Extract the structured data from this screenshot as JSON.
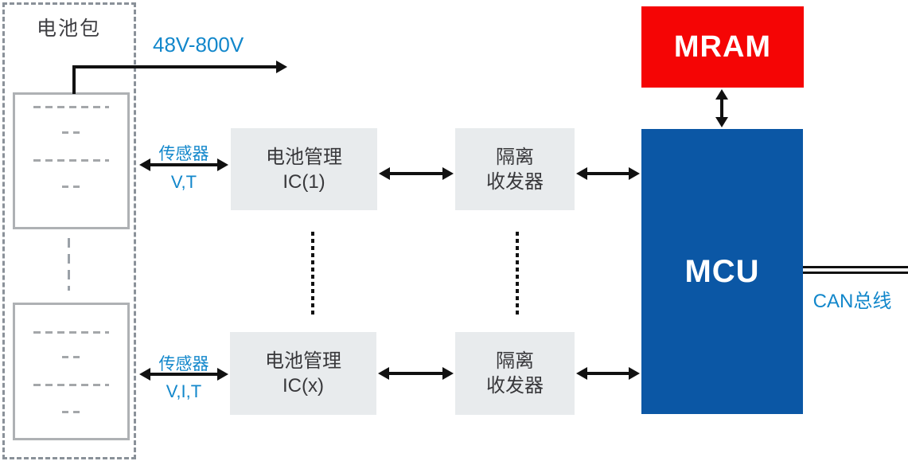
{
  "battery_pack": {
    "label": "电池包"
  },
  "power": {
    "voltage_label": "48V-800V"
  },
  "sensor_top": {
    "title": "传感器",
    "signals": "V,T"
  },
  "sensor_bottom": {
    "title": "传感器",
    "signals": "V,I,T"
  },
  "blocks": {
    "bms_ic_top": {
      "line1": "电池管理",
      "line2": "IC(1)"
    },
    "bms_ic_bottom": {
      "line1": "电池管理",
      "line2": "IC(x)"
    },
    "iso_top": {
      "line1": "隔离",
      "line2": "收发器"
    },
    "iso_bottom": {
      "line1": "隔离",
      "line2": "收发器"
    },
    "mram": {
      "label": "MRAM"
    },
    "mcu": {
      "label": "MCU"
    }
  },
  "can_bus": {
    "label": "CAN总线"
  },
  "colors": {
    "annotation_blue": "#1287CB",
    "mcu_fill": "#0B57A5",
    "mram_fill": "#F50505",
    "block_fill": "#E8EBED",
    "pack_outline_gray": "#8A9199",
    "battery_border_gray": "#AEB1B4",
    "line_black": "#111111"
  }
}
